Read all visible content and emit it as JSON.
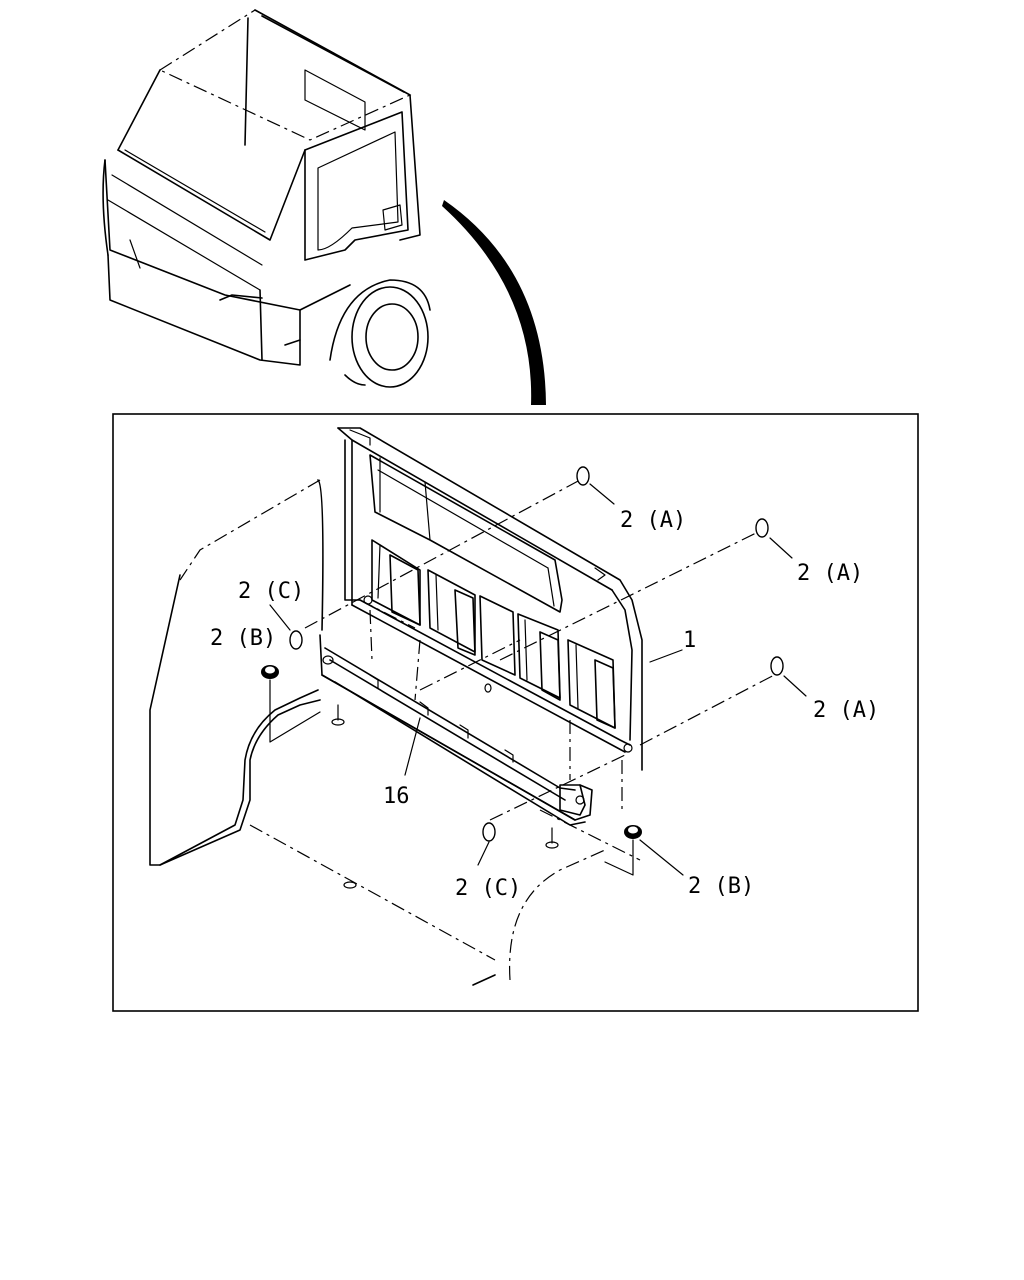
{
  "callouts": {
    "a1": "2 (A)",
    "a2": "2 (A)",
    "a3": "2 (A)",
    "c_left": "2 (C)",
    "b_left": "2 (B)",
    "c_bottom": "2 (C)",
    "b_right": "2 (B)",
    "panel": "1",
    "rail": "16"
  },
  "colors": {
    "line": "#000000",
    "background": "#ffffff"
  }
}
